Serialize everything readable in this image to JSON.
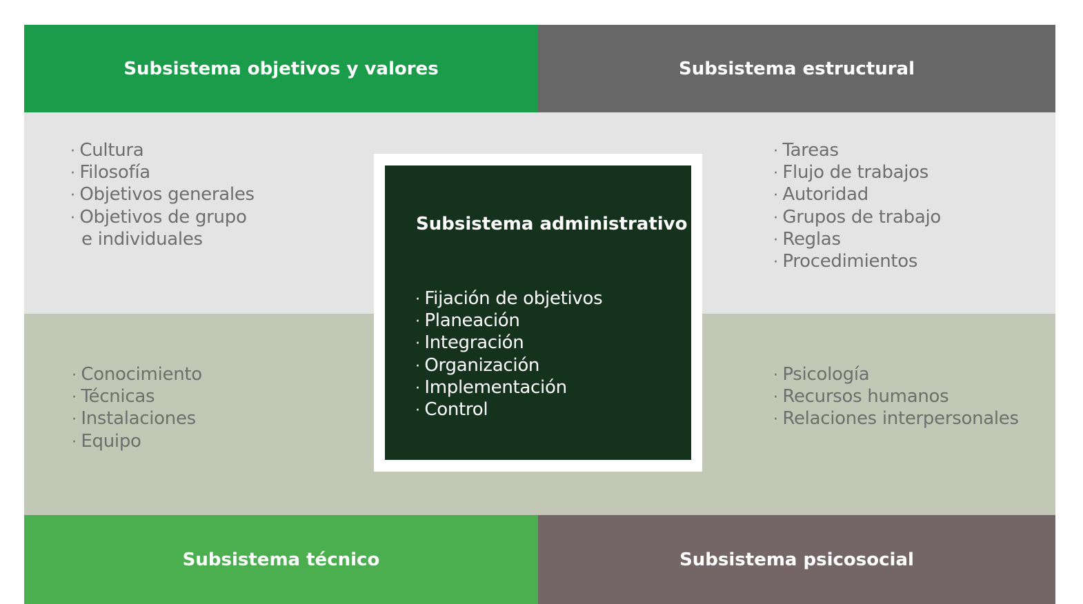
{
  "colors": {
    "green_dark": "#1a9c4a",
    "gray_header": "#676767",
    "band_top": "#e4e4e4",
    "band_bottom": "#c3c7b5",
    "green_light": "#4baf4f",
    "brown_header": "#746667",
    "center": "#15321c"
  },
  "top_left": {
    "title": "Subsistema objetivos y valores",
    "items": [
      "Cultura",
      "Filosofía",
      "Objetivos generales",
      "Objetivos de grupo"
    ],
    "continuation": "e individuales"
  },
  "top_right": {
    "title": "Subsistema estructural",
    "items": [
      "Tareas",
      "Flujo de trabajos",
      "Autoridad",
      "Grupos de trabajo",
      "Reglas",
      "Procedimientos"
    ]
  },
  "bottom_left": {
    "title": "Subsistema técnico",
    "items": [
      "Conocimiento",
      "Técnicas",
      "Instalaciones",
      "Equipo"
    ]
  },
  "bottom_right": {
    "title": "Subsistema psicosocial",
    "items": [
      "Psicología",
      "Recursos humanos",
      "Relaciones interpersonales"
    ]
  },
  "center": {
    "title": "Subsistema administrativo",
    "items": [
      "Fijación de objetivos",
      "Planeación",
      "Integración",
      "Organización",
      "Implementación",
      "Control"
    ]
  }
}
